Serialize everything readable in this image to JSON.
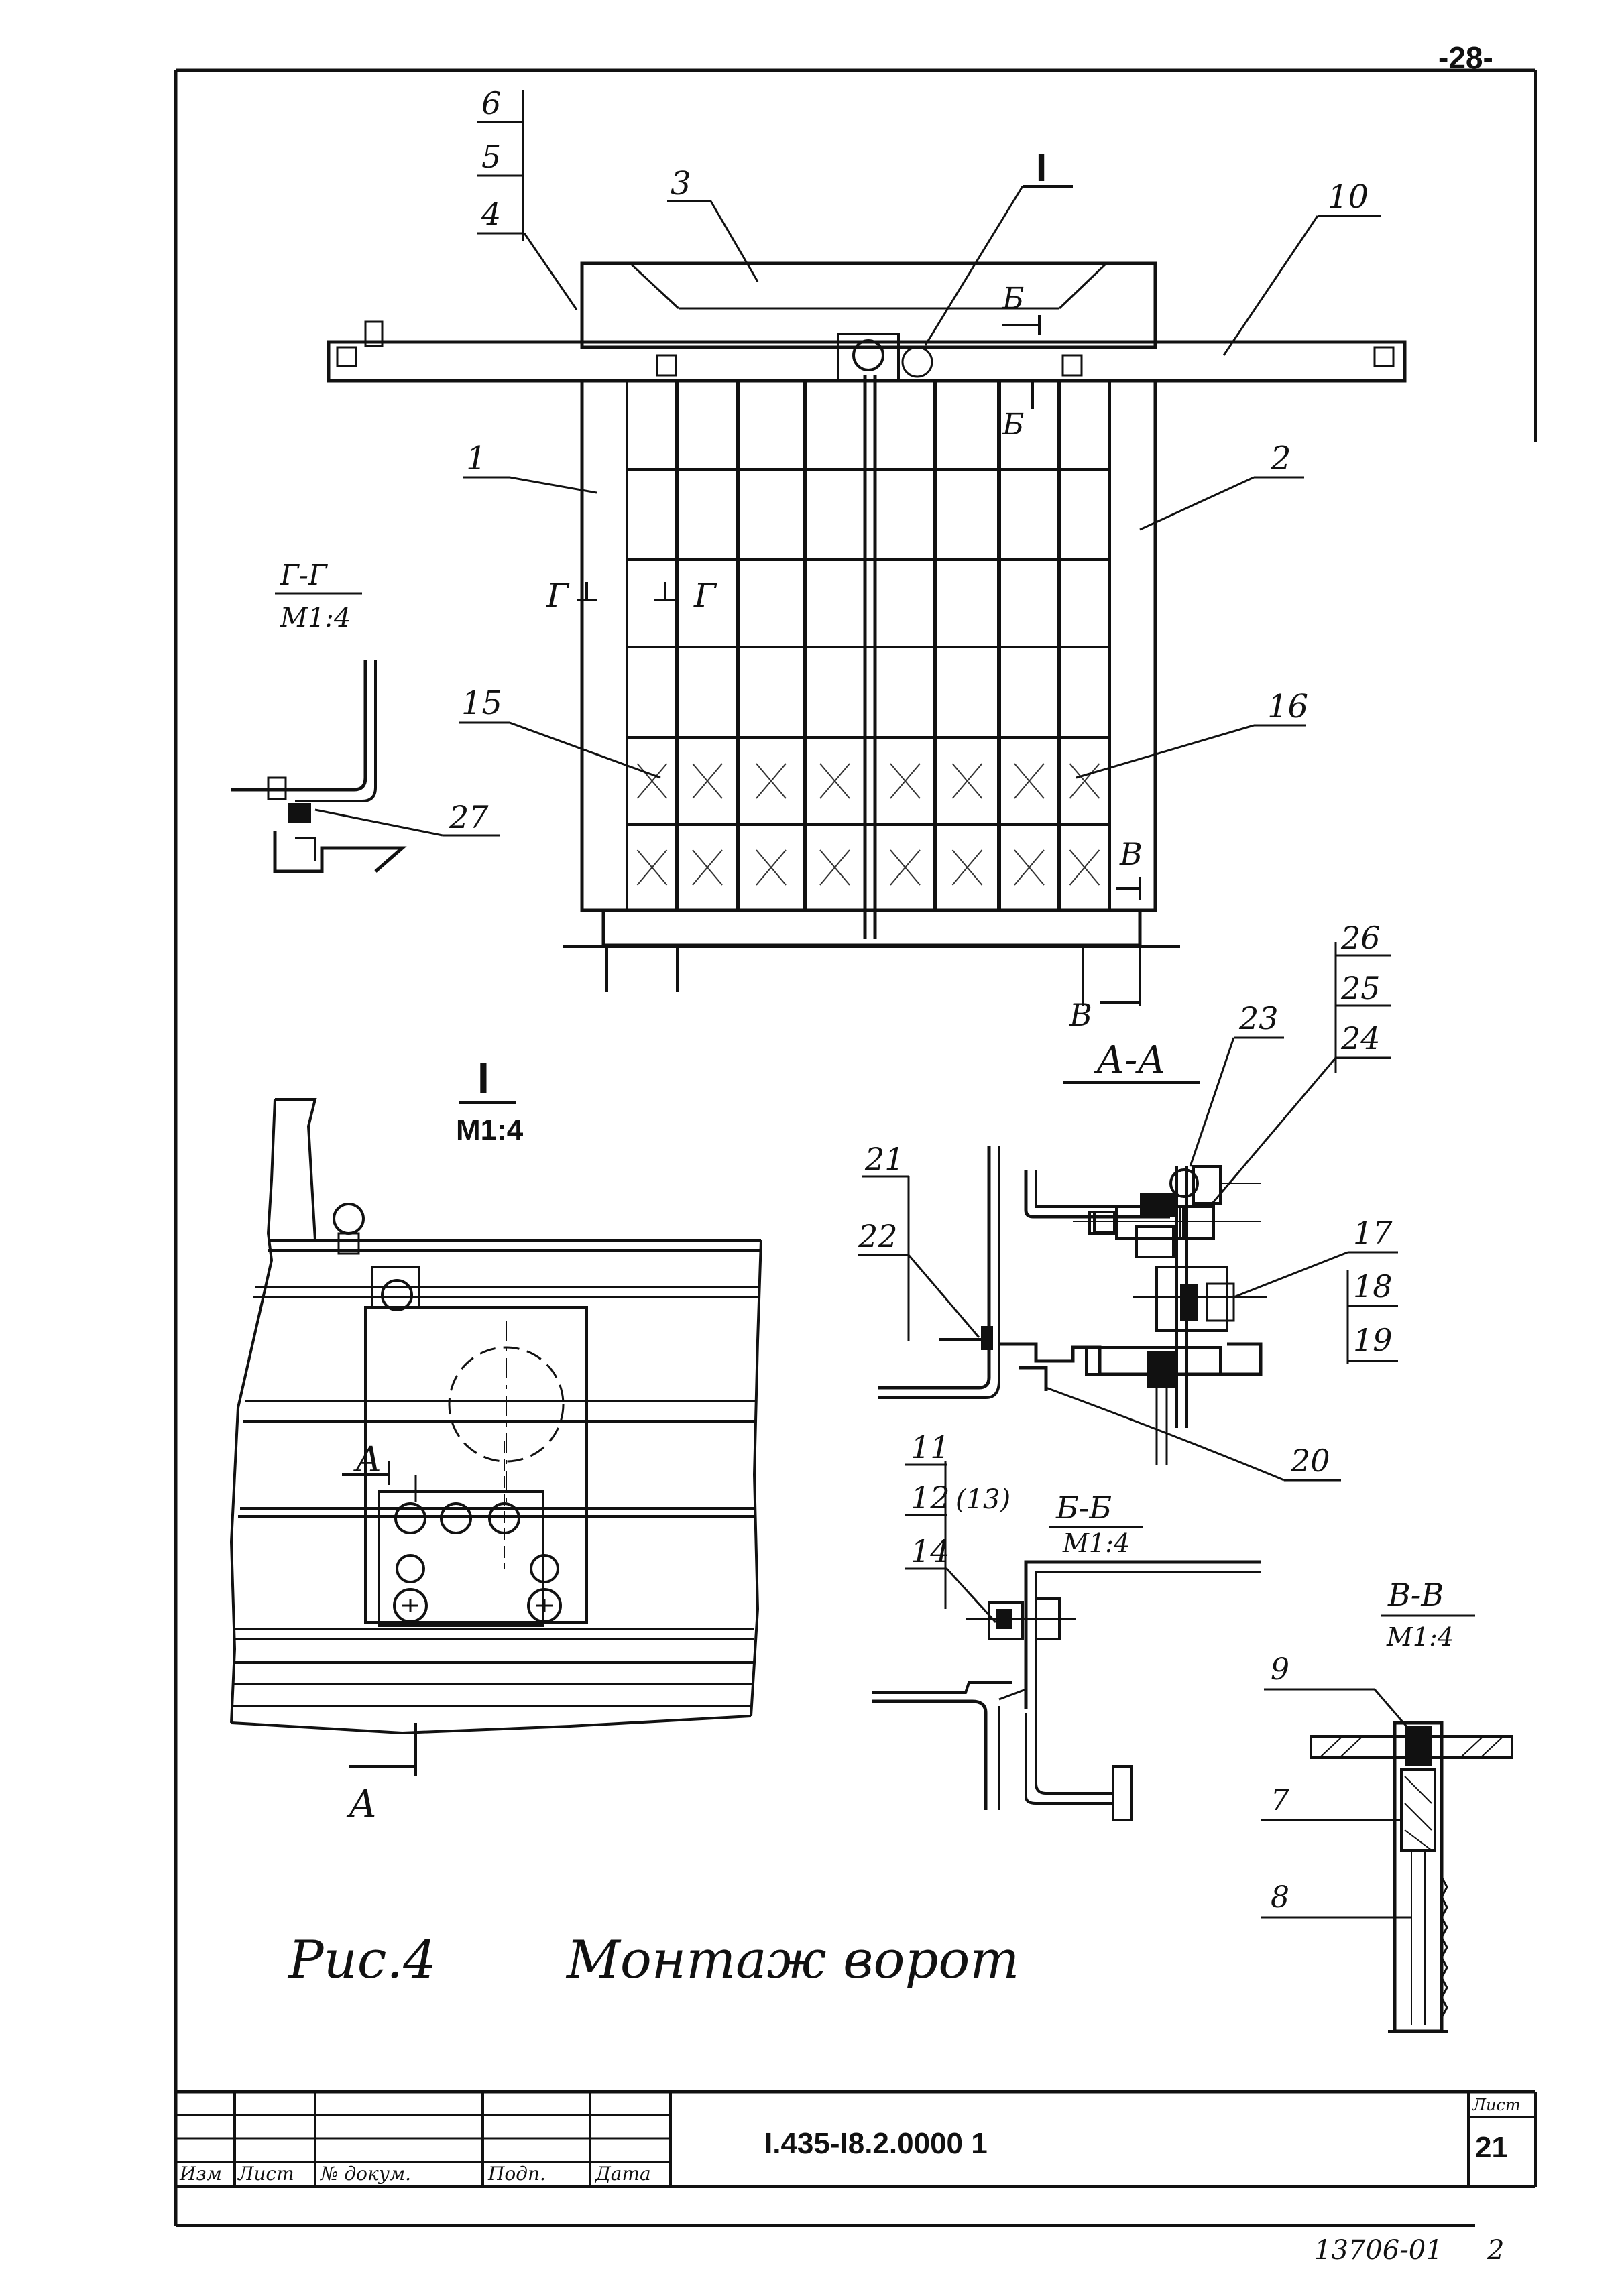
{
  "page_number": "-28-",
  "figure_caption": {
    "number": "Рис.4",
    "title": "Монтаж ворот"
  },
  "callouts_main": [
    "6",
    "5",
    "4",
    "3",
    "I",
    "10",
    "Б",
    "Б",
    "1",
    "2",
    "Г",
    "Г",
    "15",
    "16",
    "В",
    "В"
  ],
  "sections": {
    "gg": {
      "title": "Г-Г",
      "scale": "М1:4",
      "callouts": [
        "27"
      ]
    },
    "detail_i": {
      "title": "I",
      "scale": "М1:4",
      "callouts": [
        "А",
        "А"
      ]
    },
    "aa": {
      "title": "А-А",
      "callouts": [
        "26",
        "25",
        "24",
        "23",
        "21",
        "22",
        "17",
        "18",
        "19",
        "20"
      ]
    },
    "bb": {
      "title": "Б-Б",
      "scale": "М1:4",
      "callouts": [
        "11",
        "12",
        "(13)",
        "14"
      ]
    },
    "vv": {
      "title": "В-В",
      "scale": "М1:4",
      "callouts": [
        "9",
        "7",
        "8"
      ]
    }
  },
  "title_block": {
    "designation": "I.435-I8.2.0000 1",
    "columns": [
      "Изм",
      "Лист",
      "№ докум.",
      "Подп.",
      "Дата"
    ],
    "sheet_label": "Лист",
    "sheet_number": "21"
  },
  "inventory_number": "13706-01",
  "corner_mark": "2"
}
